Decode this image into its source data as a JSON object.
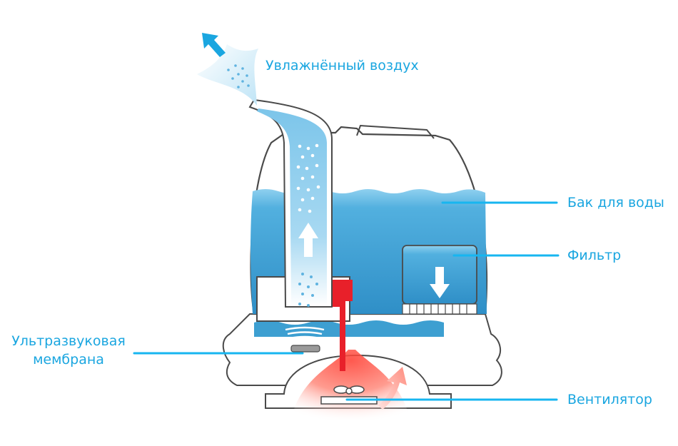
{
  "labels": {
    "humid_air": "Увлажнённый воздух",
    "water_tank": "Бак для воды",
    "filter": "Фильтр",
    "membrane_line1": "Ультразвуковая",
    "membrane_line2": "мембрана",
    "fan": "Вентилятор"
  },
  "colors": {
    "label_text": "#1aa6e0",
    "leader_line": "#17b6f0",
    "water": "#3d9fd1",
    "hot_air": "#e8202a",
    "outline": "#4a4a4a"
  },
  "icons": {
    "mist_arrow": "arrow-up-left-icon",
    "flow_arrow": "arrow-up-icon",
    "filter_arrow": "arrow-down-icon",
    "fan": "fan-icon"
  }
}
